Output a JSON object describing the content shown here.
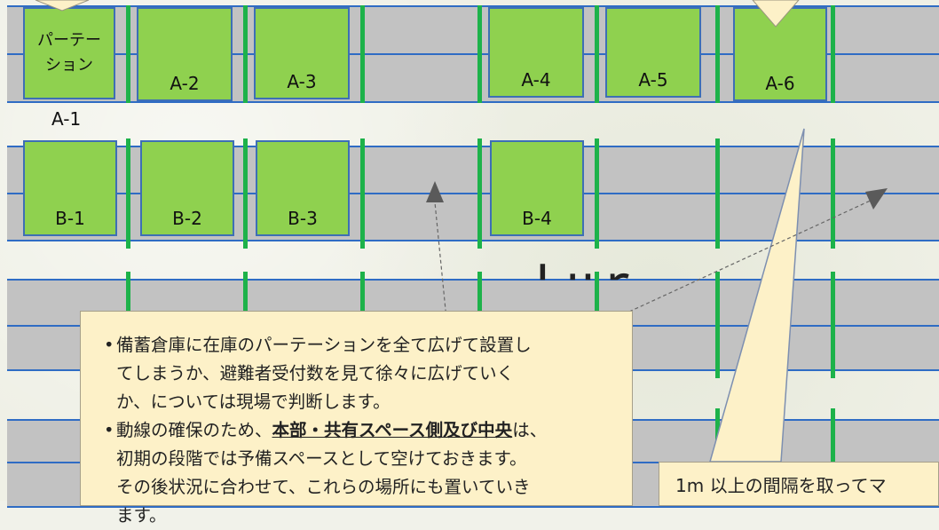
{
  "booths_row_a": [
    {
      "id": "partition",
      "label": "パーテー\nション"
    },
    {
      "id": "a2",
      "label": "A-2"
    },
    {
      "id": "a3",
      "label": "A-3"
    },
    {
      "id": "a4",
      "label": "A-4"
    },
    {
      "id": "a5",
      "label": "A-5"
    },
    {
      "id": "a6",
      "label": "A-6"
    }
  ],
  "booth_a1_label": "A-1",
  "booths_row_b": [
    {
      "id": "b1",
      "label": "B-1"
    },
    {
      "id": "b2",
      "label": "B-2"
    },
    {
      "id": "b3",
      "label": "B-3"
    },
    {
      "id": "b4",
      "label": "B-4"
    }
  ],
  "partial_text": "ｌｕｒ",
  "note": {
    "line1": "備蓄倉庫に在庫のパーテーションを全て広げて設置し",
    "line2": "てしまうか、避難者受付数を見て徐々に広げていく",
    "line3": "か、については現場で判断します。",
    "line4_pre": "動線の確保のため、",
    "line4_emph": "本部・共有スペース側及び中央",
    "line4_post": "は、",
    "line5": "初期の段階では予備スペースとして空けておきます。",
    "line6": "その後状況に合わせて、これらの場所にも置いていき",
    "line7": "ます。",
    "bullet": "•"
  },
  "right_note": "1m 以上の間隔を取ってマ",
  "colors": {
    "booth_fill": "#8fd14f",
    "band_gray": "#c2c2c2",
    "line_blue": "#2f6cc4",
    "divider_green": "#1db24a",
    "note_bg": "#fdf1c8"
  }
}
